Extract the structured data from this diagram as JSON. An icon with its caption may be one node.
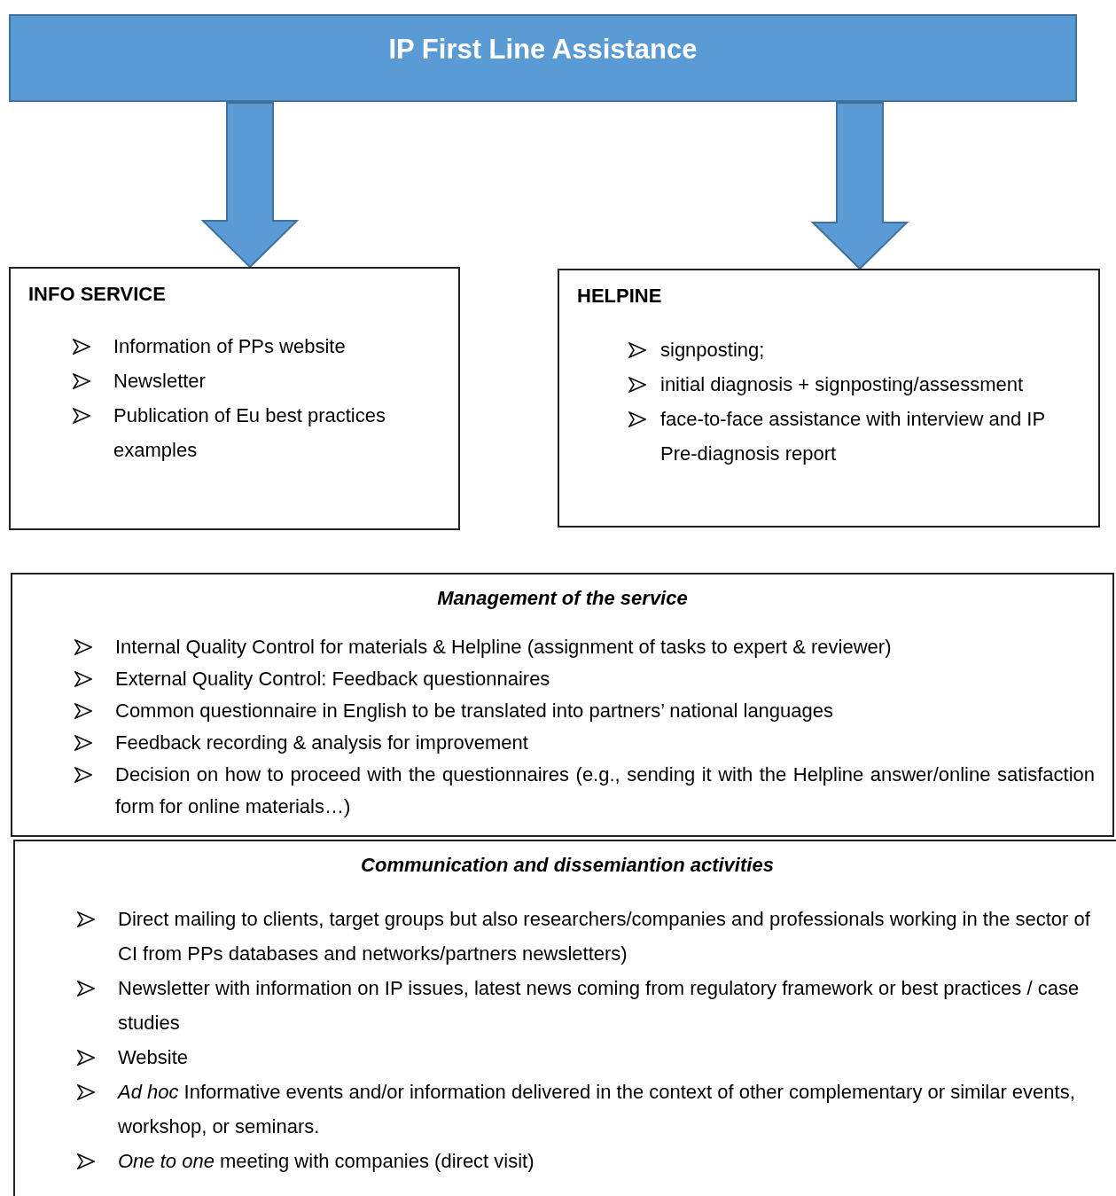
{
  "diagram": {
    "nodes": [
      {
        "text": [
          "IP First Line Assistance"
        ]
      },
      {
        "text": [
          "INFO SERVICE",
          "Information of PPs website",
          "Newsletter",
          "Publication of Eu best practices examples"
        ]
      },
      {
        "text": [
          "HELPINE",
          "signposting;",
          "initial diagnosis + signposting/assessment",
          "face-to-face assistance with interview and IP Pre-diagnosis report"
        ]
      },
      {
        "text": [
          "Management of the service",
          "Internal Quality Control for materials & Helpline (assignment of tasks to expert & reviewer)",
          "External Quality Control: Feedback questionnaires",
          "Common questionnaire in English to be translated into partners’ national languages",
          "Feedback recording & analysis for improvement",
          "Decision on how to proceed with the questionnaires (e.g., sending it with the Helpline answer/online satisfaction form for online materials…)"
        ]
      },
      {
        "text": [
          "Communication and dissemiantion activities",
          "Direct mailing to clients, target groups but also researchers/companies and professionals working in the sector of CI from PPs databases and networks/partners newsletters)",
          "Newsletter with information on IP issues, latest news coming from regulatory framework or best practices / case studies",
          "Website",
          "*Ad hoc* Informative events and/or information delivered in the context of other complementary or similar events, workshop, or seminars.",
          "*One to one* meeting with companies (direct visit)"
        ]
      }
    ],
    "edges": [
      {
        "from": 0,
        "to": 1,
        "arrow": "to"
      },
      {
        "from": 0,
        "to": 2,
        "arrow": "to"
      }
    ]
  }
}
